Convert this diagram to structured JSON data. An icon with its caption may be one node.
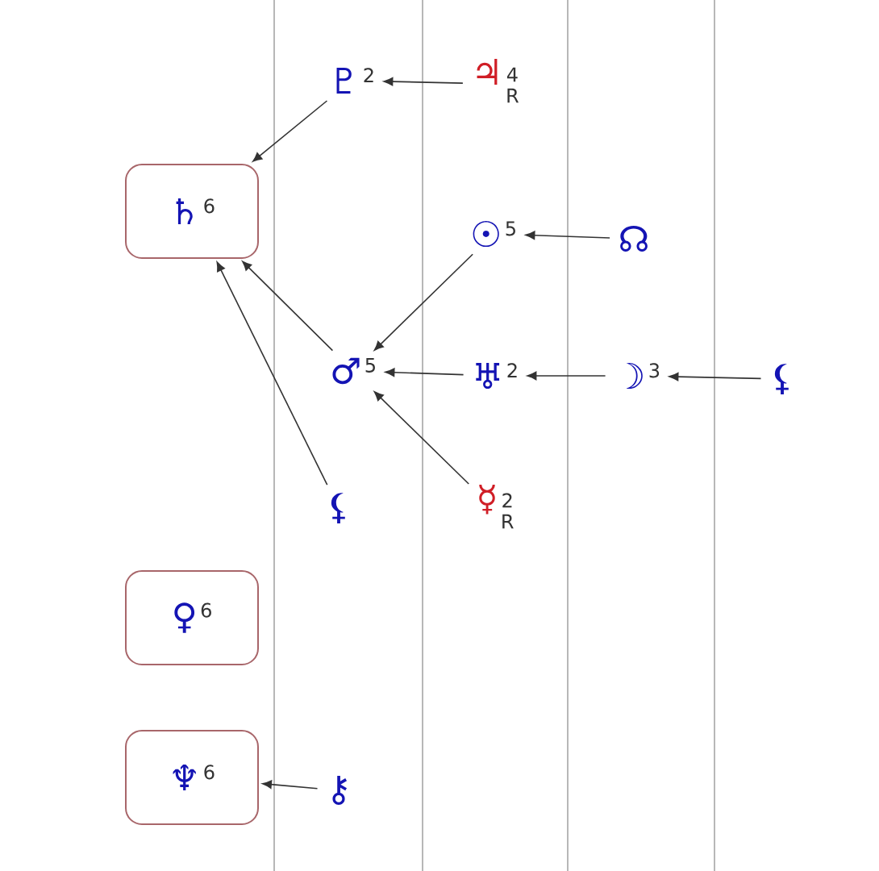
{
  "diagram": {
    "nodes": [
      {
        "text": [
          "♄",
          "6"
        ]
      },
      {
        "text": [
          "♇",
          "2"
        ]
      },
      {
        "text": [
          "♃",
          "4",
          "R"
        ]
      },
      {
        "text": [
          "☉",
          "5"
        ]
      },
      {
        "text": [
          "☊"
        ]
      },
      {
        "text": [
          "♂",
          "5"
        ]
      },
      {
        "text": [
          "♅",
          "2"
        ]
      },
      {
        "text": [
          "☽",
          "3"
        ]
      },
      {
        "text": [
          "⚸"
        ]
      },
      {
        "text": [
          "⚸"
        ]
      },
      {
        "text": [
          "☿",
          "2",
          "R"
        ]
      },
      {
        "text": [
          "♀",
          "6"
        ]
      },
      {
        "text": [
          "♆",
          "6"
        ]
      },
      {
        "text": [
          "⚷"
        ]
      }
    ],
    "edges": [
      {
        "from": 2,
        "to": 1,
        "arrow": "to"
      },
      {
        "from": 1,
        "to": 0,
        "arrow": "to"
      },
      {
        "from": 4,
        "to": 3,
        "arrow": "to"
      },
      {
        "from": 3,
        "to": 5,
        "arrow": "to"
      },
      {
        "from": 5,
        "to": 0,
        "arrow": "to"
      },
      {
        "from": 9,
        "to": 0,
        "arrow": "to"
      },
      {
        "from": 6,
        "to": 5,
        "arrow": "to"
      },
      {
        "from": 7,
        "to": 6,
        "arrow": "to"
      },
      {
        "from": 8,
        "to": 7,
        "arrow": "to"
      },
      {
        "from": 10,
        "to": 5,
        "arrow": "to"
      },
      {
        "from": 13,
        "to": 12,
        "arrow": "to"
      }
    ]
  }
}
